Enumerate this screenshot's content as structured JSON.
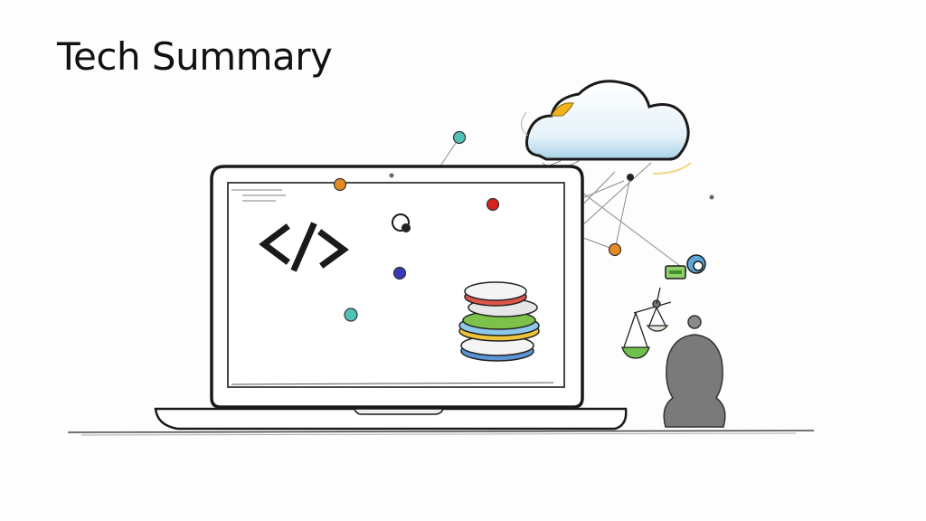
{
  "slide": {
    "title": "Tech Summary"
  },
  "illustration": {
    "description": "Hand-sketched laptop with code symbol, network of colored nodes connected to a cloud, stacked database disks, balance scale with gadgets and a silhouetted person",
    "code_symbol": "</>",
    "elements": [
      "laptop-icon",
      "code-brackets-icon",
      "cloud-icon",
      "network-node-icons",
      "database-stack-icon",
      "balance-scale-icon",
      "gear-badge-icon",
      "person-silhouette-icon"
    ],
    "colors": {
      "node_orange": "#e58a1f",
      "node_teal": "#4fc2b8",
      "node_red": "#d8221f",
      "node_blue": "#3a38b8",
      "cloud_blue": "#a9d3e8",
      "cloud_accent": "#f2b21c",
      "disk_red": "#e0544a",
      "disk_blue": "#5b95d6",
      "disk_green": "#7cc24a",
      "disk_yellow": "#f0c43a",
      "scale_green": "#6dc04a",
      "person_gray": "#7a7a7a",
      "line": "#1a1a1a"
    }
  }
}
